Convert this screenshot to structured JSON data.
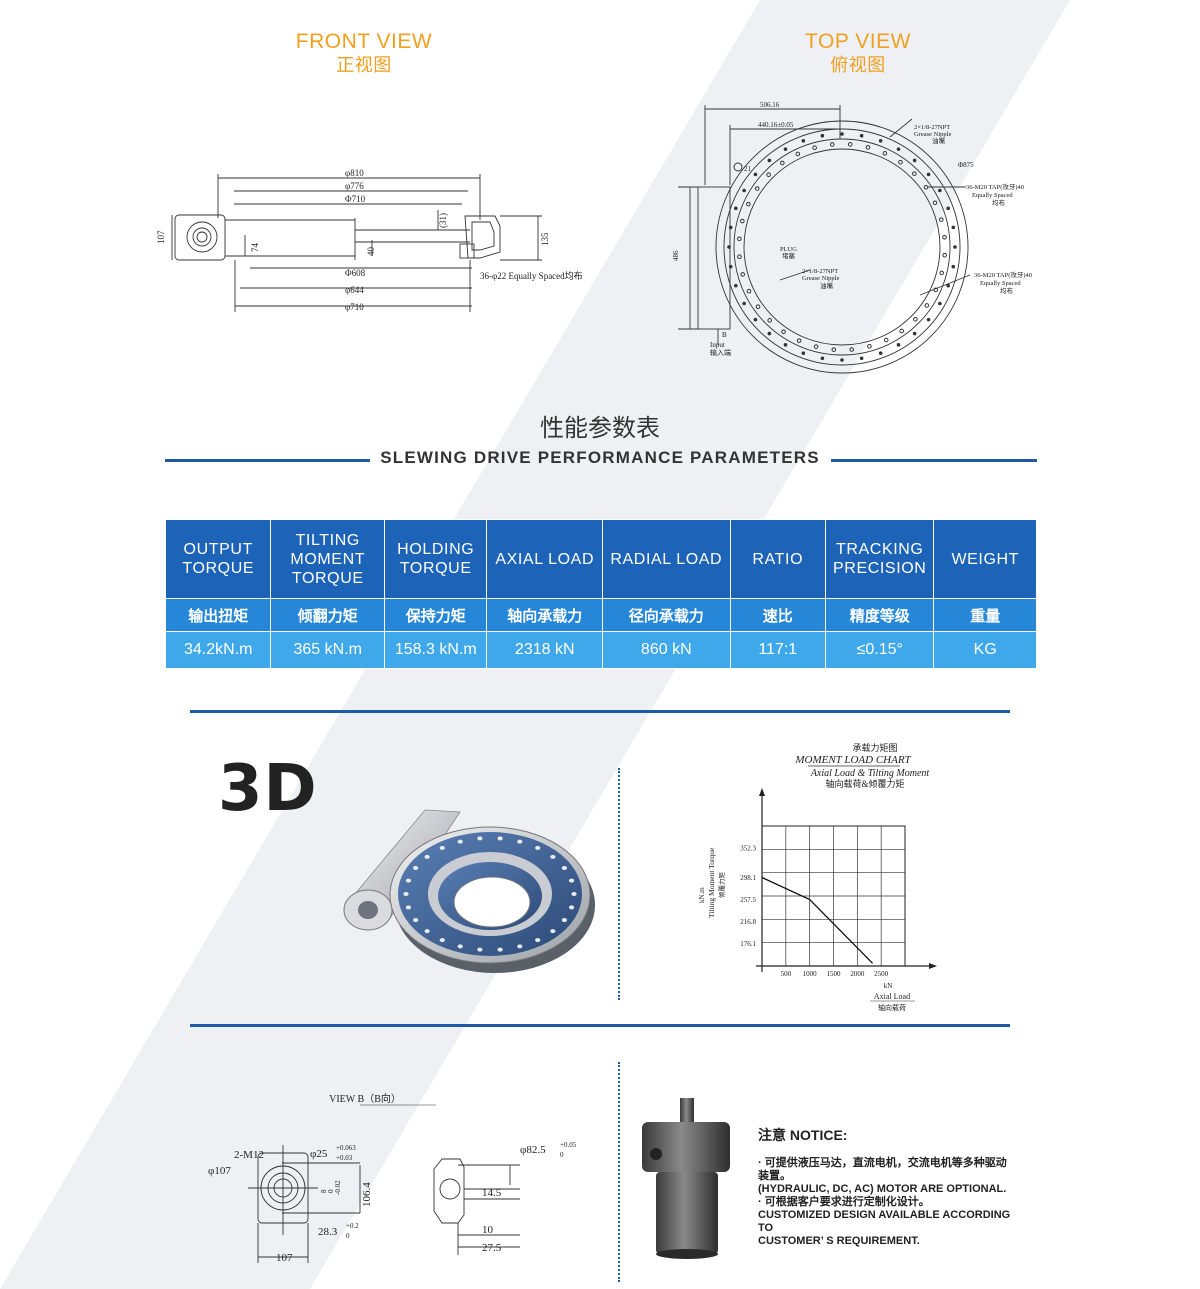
{
  "front_view": {
    "title_en": "FRONT VIEW",
    "title_cn": "正视图"
  },
  "top_view": {
    "title_en": "TOP VIEW",
    "title_cn": "俯视图"
  },
  "front_dims": {
    "d810": "φ810",
    "d776": "φ776",
    "d710_top": "Φ710",
    "h107": "107",
    "h74": "74",
    "h31": "(31)",
    "h40": "40",
    "h135": "135",
    "d608": "Φ608",
    "d644": "φ644",
    "d710_bottom": "φ710",
    "holes": "36-φ22 Equally Spaced均布"
  },
  "top_dims": {
    "w506": "506.16",
    "w440": "440.16±0.05",
    "d21": "21",
    "d875": "Φ875",
    "h486": "486",
    "nipple1_a": "2×1/8-27NPT",
    "nipple1_b": "Grease Nipple",
    "nipple1_c": "油嘴",
    "tap1_a": "36-M20 TAP(攻牙)40",
    "tap1_b": "Equally Spaced",
    "tap1_c": "均布",
    "plug_a": "PLUG",
    "plug_b": "堵塞",
    "nipple2_a": "2×1/8-27NPT",
    "nipple2_b": "Grease Nipple",
    "nipple2_c": "油嘴",
    "tap2_a": "36-M20 TAP(攻牙)40",
    "tap2_b": "Equally Spaced",
    "tap2_c": "均布",
    "b": "B",
    "input_a": "Input",
    "input_b": "输入端"
  },
  "section": {
    "title_cn": "性能参数表",
    "title_en": "SLEWING DRIVE PERFORMANCE PARAMETERS"
  },
  "params": {
    "headers": [
      [
        "OUTPUT",
        "TORQUE"
      ],
      [
        "TILTING",
        "MOMENT",
        "TORQUE"
      ],
      [
        "HOLDING",
        "TORQUE"
      ],
      [
        "AXIAL LOAD"
      ],
      [
        "RADIAL LOAD"
      ],
      [
        "RATIO"
      ],
      [
        "TRACKING",
        "PRECISION"
      ],
      [
        "WEIGHT"
      ]
    ],
    "headers_cn": [
      "输出扭矩",
      "倾翻力矩",
      "保持力矩",
      "轴向承载力",
      "径向承载力",
      "速比",
      "精度等级",
      "重量"
    ],
    "values": [
      "34.2kN.m",
      "365 kN.m",
      "158.3 kN.m",
      "2318 kN",
      "860 kN",
      "117:1",
      "≤0.15°",
      "KG"
    ]
  },
  "threed": {
    "label": "3D"
  },
  "chart_data": {
    "type": "line",
    "title": "承载力矩图",
    "subtitle": "MOMENT LOAD CHART",
    "subtitle2": "Axial Load & Tilting Moment",
    "subtitle3": "轴向载荷&倾覆力矩",
    "ylabel": "Tilting Moment Torque",
    "ylabel_cn": "倾覆力矩",
    "yunit": "kN.m",
    "xunit": "kN",
    "xlabel": "Axial Load",
    "xlabel_cn": "轴向载荷",
    "x_ticks": [
      500,
      1000,
      1500,
      2000,
      2500
    ],
    "x_tick_labels": [
      "500",
      "1000",
      "1500",
      "2000",
      "2500"
    ],
    "y_ticks": [
      176.1,
      216.8,
      257.5,
      298.1,
      352.3
    ],
    "y_tick_labels": [
      "176.1",
      "216.8",
      "257.5",
      "298.1",
      "352.3"
    ],
    "xlim": [
      0,
      3000
    ],
    "ylim": [
      135,
      393
    ],
    "grid": true,
    "series": [
      {
        "x": [
          0,
          1000,
          2320
        ],
        "y": [
          298.1,
          257.5,
          140
        ]
      }
    ]
  },
  "view_b": {
    "title": "VIEW B（B向）",
    "m12": "2-M12",
    "d107": "φ107",
    "d25": "φ25",
    "d25_tol_up": "+0.063",
    "d25_tol_dn": "+0.03",
    "v106": "106.4",
    "v8a": "8",
    "v8b": "0",
    "v8c": "-0.02",
    "v28": "28.3",
    "v28_up": "+0.2",
    "v28_dn": "0",
    "w107": "107",
    "d82": "φ82.5",
    "d82_up": "+0.05",
    "d82_dn": "0",
    "v14": "14.5",
    "v10": "10",
    "v27": "27.5"
  },
  "notice": {
    "title": "注意 NOTICE:",
    "lines": [
      "· 可提供液压马达，直流电机，交流电机等多种驱动",
      "装置。",
      "(HYDRAULIC, DC, AC) MOTOR ARE OPTIONAL.",
      "· 可根据客户要求进行定制化设计。",
      "CUSTOMIZED DESIGN AVAILABLE ACCORDING TO",
      "CUSTOMER’ S REQUIREMENT."
    ]
  },
  "colors": {
    "accent": "#f0a020",
    "brand_blue": "#1f5aa8",
    "table_head": "#1d63b8",
    "table_cn": "#2686d8",
    "table_val": "#3ea8ea"
  }
}
